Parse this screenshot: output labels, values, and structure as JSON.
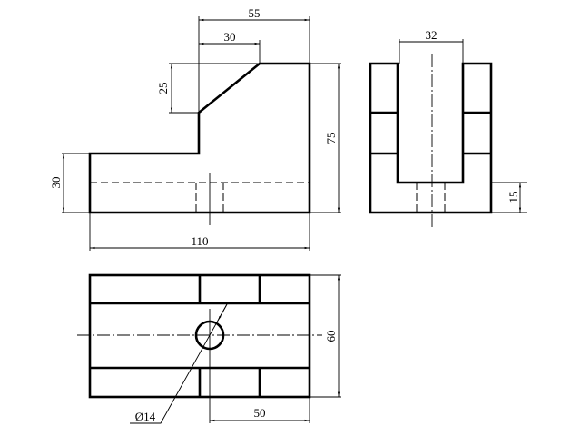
{
  "drawing": {
    "front_view": {
      "dim_overall_width": "110",
      "dim_overall_height": "75",
      "dim_base_height": "30",
      "dim_top_width": "55",
      "dim_chamfer_width": "30",
      "dim_chamfer_height": "25"
    },
    "side_view": {
      "dim_slot_width": "32",
      "dim_slot_bottom": "15"
    },
    "top_view": {
      "dim_depth": "60",
      "dim_hole_position": "50",
      "dim_hole_diameter": "Ø14"
    }
  }
}
